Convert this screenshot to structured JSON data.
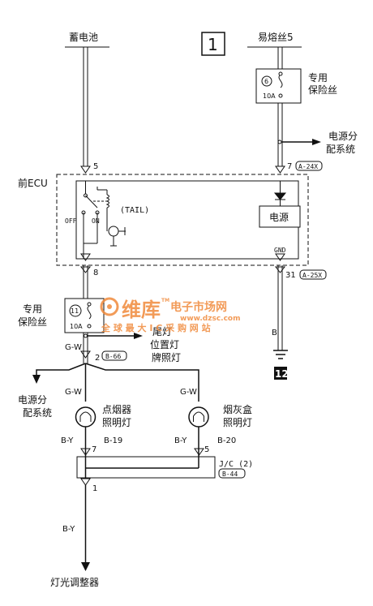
{
  "page_number": "1",
  "top": {
    "battery": "蓄电池",
    "fusible_link": "易熔丝5"
  },
  "fuse_top": {
    "number": "6",
    "rating": "10A",
    "label_line1": "专用",
    "label_line2": "保险丝"
  },
  "power_dist_right": {
    "line1": "电源分",
    "line2": "配系统"
  },
  "ecu": {
    "name": "前ECU",
    "pin_left": "5",
    "pin_right": "7",
    "conn_right": "A-24X",
    "tail": "(TAIL)",
    "off": "OFF",
    "on": "ON",
    "power": "电源",
    "gnd": "GND",
    "pin_bottom_left": "8",
    "pin_gnd": "31",
    "conn_gnd": "A-25X"
  },
  "ground": {
    "wire": "B",
    "ref": "12"
  },
  "fuse_mid": {
    "number": "11",
    "rating": "10A",
    "label_line1": "专用",
    "label_line2": "保险丝"
  },
  "tail_lamps": {
    "line1": "尾灯",
    "line2": "位置灯",
    "line3": "牌照灯"
  },
  "junction": {
    "wire": "G-W",
    "pin": "2",
    "conn": "B-66"
  },
  "power_dist_left": {
    "line1": "电源分",
    "line2": "配系统"
  },
  "lamp_left": {
    "wire_in": "G-W",
    "line1": "点烟器",
    "line2": "照明灯",
    "wire_out": "B-Y",
    "conn": "B-19",
    "pin": "7"
  },
  "lamp_right": {
    "wire_in": "G-W",
    "line1": "烟灰盒",
    "line2": "照明灯",
    "wire_out": "B-Y",
    "conn": "B-20",
    "pin": "5"
  },
  "jc": {
    "label": "J/C (2)",
    "conn": "B-44",
    "pin_out": "1"
  },
  "bottom": {
    "wire": "B-Y",
    "dest": "灯光调整器"
  },
  "watermark": {
    "brand": "维库",
    "tm": "TM",
    "market": "电子市场网",
    "url": "www.dzsc.com",
    "slogan": "全 球 最 大 I C 采 购 网 站"
  }
}
